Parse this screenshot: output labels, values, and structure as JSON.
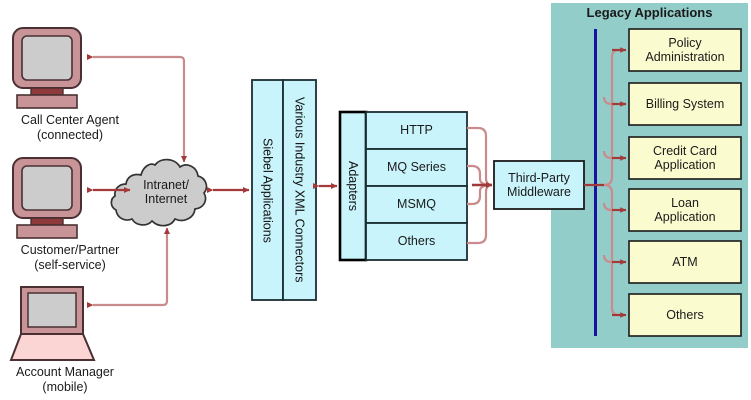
{
  "diagram": {
    "title_panel": "Legacy Applications"
  },
  "endpoints": [
    {
      "name": "call-center-agent",
      "icon": "desktop-computer-icon",
      "label": "Call Center Agent\n(connected)"
    },
    {
      "name": "customer-partner",
      "icon": "desktop-computer-icon",
      "label": "Customer/Partner\n(self-service)"
    },
    {
      "name": "account-manager",
      "icon": "laptop-computer-icon",
      "label": "Account Manager\n(mobile)"
    }
  ],
  "network": {
    "icon": "cloud-icon",
    "label": "Intranet/\nInternet"
  },
  "siebel": {
    "applications": "Siebel Applications",
    "connectors": "Various Industry XML Connectors"
  },
  "adapters": {
    "title": "Adapters",
    "rows": [
      "HTTP",
      "MQ Series",
      "MSMQ",
      "Others"
    ]
  },
  "middleware": {
    "label": "Third-Party\nMiddleware"
  },
  "legacy_apps": [
    "Policy\nAdministration",
    "Billing System",
    "Credit Card\nApplication",
    "Loan\nApplication",
    "ATM",
    "Others"
  ],
  "colors": {
    "cyan_fill": "#c9f4fb",
    "cream_fill": "#fbfbd0",
    "teal_panel": "#93cdc9",
    "cloud_gray": "#cccccc",
    "arrow_red": "#a23a3a",
    "arrow_light": "#c98b8b",
    "blue_line": "#1414a0",
    "monitor_bezel": "#c89498",
    "monitor_screen": "#cccccc",
    "monitor_base": "#c89498",
    "laptop_base": "#fbd4d4"
  }
}
